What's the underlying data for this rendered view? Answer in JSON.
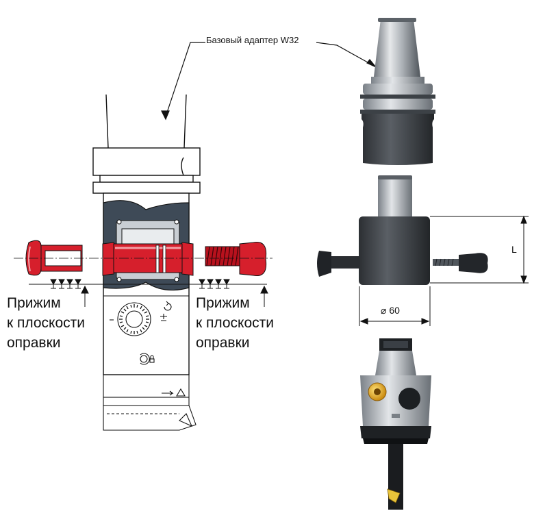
{
  "labels": {
    "adapter": "Базовый адаптер W32",
    "clamp_left": "Прижим\nк плоскости\nоправки",
    "clamp_right": "Прижим\nк плоскости\nоправки",
    "dim_length": "L",
    "dim_diameter": "⌀ 60"
  },
  "colors": {
    "accent_red": "#d61f2c",
    "dark_steel": "#3e4a57",
    "metal": "#9ea4aa",
    "line": "#111111"
  }
}
